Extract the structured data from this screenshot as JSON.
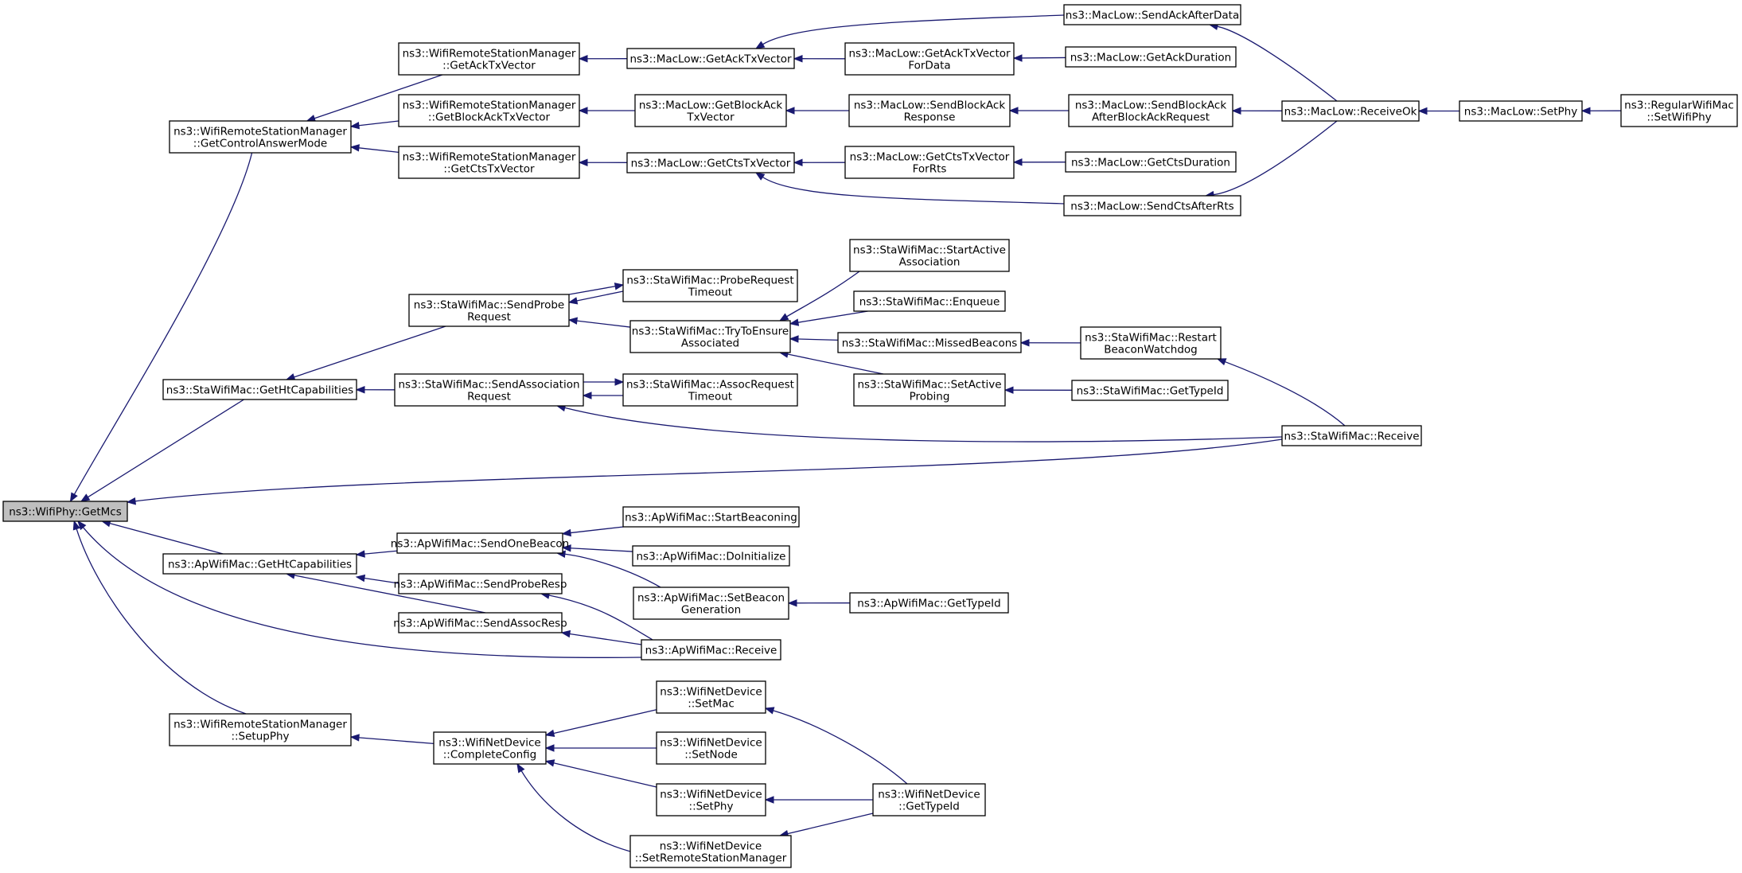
{
  "nodes": [
    {
      "id": "getmcs",
      "lines": [
        "ns3::WifiPhy::GetMcs"
      ],
      "root": true
    },
    {
      "id": "wrsm_ctrl",
      "lines": [
        "ns3::WifiRemoteStationManager",
        "::GetControlAnswerMode"
      ]
    },
    {
      "id": "sta_htcap",
      "lines": [
        "ns3::StaWifiMac::GetHtCapabilities"
      ]
    },
    {
      "id": "ap_htcap",
      "lines": [
        "ns3::ApWifiMac::GetHtCapabilities"
      ]
    },
    {
      "id": "wrsm_setup",
      "lines": [
        "ns3::WifiRemoteStationManager",
        "::SetupPhy"
      ]
    },
    {
      "id": "wrsm_ack",
      "lines": [
        "ns3::WifiRemoteStationManager",
        "::GetAckTxVector"
      ]
    },
    {
      "id": "wrsm_back",
      "lines": [
        "ns3::WifiRemoteStationManager",
        "::GetBlockAckTxVector"
      ]
    },
    {
      "id": "wrsm_cts",
      "lines": [
        "ns3::WifiRemoteStationManager",
        "::GetCtsTxVector"
      ]
    },
    {
      "id": "ml_getack",
      "lines": [
        "ns3::MacLow::GetAckTxVector"
      ]
    },
    {
      "id": "ml_getback",
      "lines": [
        "ns3::MacLow::GetBlockAck",
        "TxVector"
      ]
    },
    {
      "id": "ml_getcts",
      "lines": [
        "ns3::MacLow::GetCtsTxVector"
      ]
    },
    {
      "id": "ml_sendackafter",
      "lines": [
        "ns3::MacLow::SendAckAfterData"
      ]
    },
    {
      "id": "ml_getackfor",
      "lines": [
        "ns3::MacLow::GetAckTxVector",
        "ForData"
      ]
    },
    {
      "id": "ml_getackdur",
      "lines": [
        "ns3::MacLow::GetAckDuration"
      ]
    },
    {
      "id": "ml_sendbackresp",
      "lines": [
        "ns3::MacLow::SendBlockAck",
        "Response"
      ]
    },
    {
      "id": "ml_sendbackafter",
      "lines": [
        "ns3::MacLow::SendBlockAck",
        "AfterBlockAckRequest"
      ]
    },
    {
      "id": "ml_receiveok",
      "lines": [
        "ns3::MacLow::ReceiveOk"
      ]
    },
    {
      "id": "ml_setphy",
      "lines": [
        "ns3::MacLow::SetPhy"
      ]
    },
    {
      "id": "reg_setwifiphy",
      "lines": [
        "ns3::RegularWifiMac",
        "::SetWifiPhy"
      ]
    },
    {
      "id": "ml_getctsfor",
      "lines": [
        "ns3::MacLow::GetCtsTxVector",
        "ForRts"
      ]
    },
    {
      "id": "ml_getctsdur",
      "lines": [
        "ns3::MacLow::GetCtsDuration"
      ]
    },
    {
      "id": "ml_sendctsafter",
      "lines": [
        "ns3::MacLow::SendCtsAfterRts"
      ]
    },
    {
      "id": "sta_sendprobe",
      "lines": [
        "ns3::StaWifiMac::SendProbe",
        "Request"
      ]
    },
    {
      "id": "sta_probetimeout",
      "lines": [
        "ns3::StaWifiMac::ProbeRequest",
        "Timeout"
      ]
    },
    {
      "id": "sta_tryensure",
      "lines": [
        "ns3::StaWifiMac::TryToEnsure",
        "Associated"
      ]
    },
    {
      "id": "sta_startactive",
      "lines": [
        "ns3::StaWifiMac::StartActive",
        "Association"
      ]
    },
    {
      "id": "sta_enqueue",
      "lines": [
        "ns3::StaWifiMac::Enqueue"
      ]
    },
    {
      "id": "sta_missed",
      "lines": [
        "ns3::StaWifiMac::MissedBeacons"
      ]
    },
    {
      "id": "sta_restart",
      "lines": [
        "ns3::StaWifiMac::Restart",
        "BeaconWatchdog"
      ]
    },
    {
      "id": "sta_setactive",
      "lines": [
        "ns3::StaWifiMac::SetActive",
        "Probing"
      ]
    },
    {
      "id": "sta_gettypeid",
      "lines": [
        "ns3::StaWifiMac::GetTypeId"
      ]
    },
    {
      "id": "sta_sendassoc",
      "lines": [
        "ns3::StaWifiMac::SendAssociation",
        "Request"
      ]
    },
    {
      "id": "sta_assoctimeout",
      "lines": [
        "ns3::StaWifiMac::AssocRequest",
        "Timeout"
      ]
    },
    {
      "id": "sta_receive",
      "lines": [
        "ns3::StaWifiMac::Receive"
      ]
    },
    {
      "id": "ap_sendbeacon",
      "lines": [
        "ns3::ApWifiMac::SendOneBeacon"
      ]
    },
    {
      "id": "ap_startbeacon",
      "lines": [
        "ns3::ApWifiMac::StartBeaconing"
      ]
    },
    {
      "id": "ap_doinit",
      "lines": [
        "ns3::ApWifiMac::DoInitialize"
      ]
    },
    {
      "id": "ap_setbeacongen",
      "lines": [
        "ns3::ApWifiMac::SetBeacon",
        "Generation"
      ]
    },
    {
      "id": "ap_gettypeid",
      "lines": [
        "ns3::ApWifiMac::GetTypeId"
      ]
    },
    {
      "id": "ap_sendproberesp",
      "lines": [
        "ns3::ApWifiMac::SendProbeResp"
      ]
    },
    {
      "id": "ap_sendassocresp",
      "lines": [
        "ns3::ApWifiMac::SendAssocResp"
      ]
    },
    {
      "id": "ap_receive",
      "lines": [
        "ns3::ApWifiMac::Receive"
      ]
    },
    {
      "id": "wnd_complete",
      "lines": [
        "ns3::WifiNetDevice",
        "::CompleteConfig"
      ]
    },
    {
      "id": "wnd_setmac",
      "lines": [
        "ns3::WifiNetDevice",
        "::SetMac"
      ]
    },
    {
      "id": "wnd_setnode",
      "lines": [
        "ns3::WifiNetDevice",
        "::SetNode"
      ]
    },
    {
      "id": "wnd_setphy",
      "lines": [
        "ns3::WifiNetDevice",
        "::SetPhy"
      ]
    },
    {
      "id": "wnd_setrsm",
      "lines": [
        "ns3::WifiNetDevice",
        "::SetRemoteStationManager"
      ]
    },
    {
      "id": "wnd_gettypeid",
      "lines": [
        "ns3::WifiNetDevice",
        "::GetTypeId"
      ]
    }
  ],
  "edges": [
    {
      "from": "wrsm_ctrl",
      "to": "getmcs"
    },
    {
      "from": "sta_htcap",
      "to": "getmcs"
    },
    {
      "from": "ap_htcap",
      "to": "getmcs"
    },
    {
      "from": "wrsm_setup",
      "to": "getmcs"
    },
    {
      "from": "sta_receive",
      "to": "getmcs"
    },
    {
      "from": "ap_receive",
      "to": "getmcs"
    },
    {
      "from": "wrsm_ack",
      "to": "wrsm_ctrl"
    },
    {
      "from": "wrsm_back",
      "to": "wrsm_ctrl"
    },
    {
      "from": "wrsm_cts",
      "to": "wrsm_ctrl"
    },
    {
      "from": "ml_getack",
      "to": "wrsm_ack"
    },
    {
      "from": "ml_getback",
      "to": "wrsm_back"
    },
    {
      "from": "ml_getcts",
      "to": "wrsm_cts"
    },
    {
      "from": "ml_sendackafter",
      "to": "ml_getack"
    },
    {
      "from": "ml_getackfor",
      "to": "ml_getack"
    },
    {
      "from": "ml_getackdur",
      "to": "ml_getackfor"
    },
    {
      "from": "ml_sendbackresp",
      "to": "ml_getback"
    },
    {
      "from": "ml_sendbackafter",
      "to": "ml_sendbackresp"
    },
    {
      "from": "ml_receiveok",
      "to": "ml_sendbackafter"
    },
    {
      "from": "ml_receiveok",
      "to": "ml_sendackafter"
    },
    {
      "from": "ml_receiveok",
      "to": "ml_sendctsafter"
    },
    {
      "from": "ml_setphy",
      "to": "ml_receiveok"
    },
    {
      "from": "reg_setwifiphy",
      "to": "ml_setphy"
    },
    {
      "from": "ml_getctsfor",
      "to": "ml_getcts"
    },
    {
      "from": "ml_getctsdur",
      "to": "ml_getctsfor"
    },
    {
      "from": "ml_sendctsafter",
      "to": "ml_getcts"
    },
    {
      "from": "sta_sendprobe",
      "to": "sta_htcap"
    },
    {
      "from": "sta_sendassoc",
      "to": "sta_htcap"
    },
    {
      "from": "sta_probetimeout",
      "to": "sta_sendprobe"
    },
    {
      "from": "sta_tryensure",
      "to": "sta_sendprobe"
    },
    {
      "from": "sta_sendprobe",
      "to": "sta_probetimeout"
    },
    {
      "from": "sta_startactive",
      "to": "sta_tryensure"
    },
    {
      "from": "sta_enqueue",
      "to": "sta_tryensure"
    },
    {
      "from": "sta_missed",
      "to": "sta_tryensure"
    },
    {
      "from": "sta_setactive",
      "to": "sta_tryensure"
    },
    {
      "from": "sta_restart",
      "to": "sta_missed"
    },
    {
      "from": "sta_receive",
      "to": "sta_restart"
    },
    {
      "from": "sta_gettypeid",
      "to": "sta_setactive"
    },
    {
      "from": "sta_assoctimeout",
      "to": "sta_sendassoc"
    },
    {
      "from": "sta_sendassoc",
      "to": "sta_assoctimeout"
    },
    {
      "from": "sta_receive",
      "to": "sta_sendassoc"
    },
    {
      "from": "ap_sendbeacon",
      "to": "ap_htcap"
    },
    {
      "from": "ap_sendproberesp",
      "to": "ap_htcap"
    },
    {
      "from": "ap_sendassocresp",
      "to": "ap_htcap"
    },
    {
      "from": "ap_startbeacon",
      "to": "ap_sendbeacon"
    },
    {
      "from": "ap_doinit",
      "to": "ap_sendbeacon"
    },
    {
      "from": "ap_setbeacongen",
      "to": "ap_sendbeacon"
    },
    {
      "from": "ap_gettypeid",
      "to": "ap_setbeacongen"
    },
    {
      "from": "ap_receive",
      "to": "ap_sendproberesp"
    },
    {
      "from": "ap_receive",
      "to": "ap_sendassocresp"
    },
    {
      "from": "wnd_complete",
      "to": "wrsm_setup"
    },
    {
      "from": "wnd_setmac",
      "to": "wnd_complete"
    },
    {
      "from": "wnd_setnode",
      "to": "wnd_complete"
    },
    {
      "from": "wnd_setphy",
      "to": "wnd_complete"
    },
    {
      "from": "wnd_setrsm",
      "to": "wnd_complete"
    },
    {
      "from": "wnd_gettypeid",
      "to": "wnd_setmac"
    },
    {
      "from": "wnd_gettypeid",
      "to": "wnd_setphy"
    },
    {
      "from": "wnd_gettypeid",
      "to": "wnd_setrsm"
    }
  ],
  "colors": {
    "edge": "#191970",
    "node_fill": "#ffffff",
    "root_fill": "#bfbfbf",
    "border": "#000000"
  }
}
